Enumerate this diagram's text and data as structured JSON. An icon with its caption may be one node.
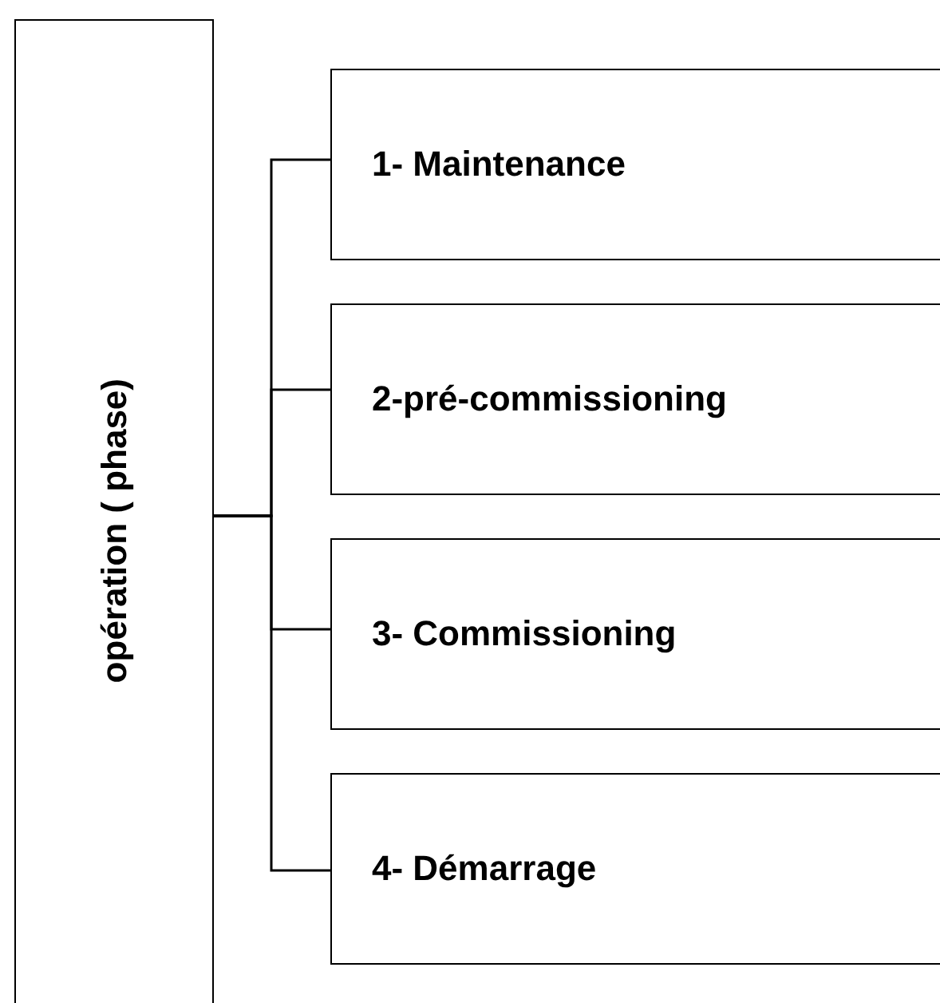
{
  "diagram": {
    "nodes": [
      {
        "text": [
          "opération ( phase)"
        ]
      },
      {
        "text": [
          "1- Maintenance"
        ]
      },
      {
        "text": [
          "2-pré-commissioning"
        ]
      },
      {
        "text": [
          "3- Commissioning"
        ]
      },
      {
        "text": [
          "4- Démarrage"
        ]
      }
    ],
    "edges": [
      {
        "from": 0,
        "to": 1,
        "arrow": "none"
      },
      {
        "from": 0,
        "to": 2,
        "arrow": "none"
      },
      {
        "from": 0,
        "to": 3,
        "arrow": "none"
      },
      {
        "from": 0,
        "to": 4,
        "arrow": "none"
      }
    ]
  }
}
